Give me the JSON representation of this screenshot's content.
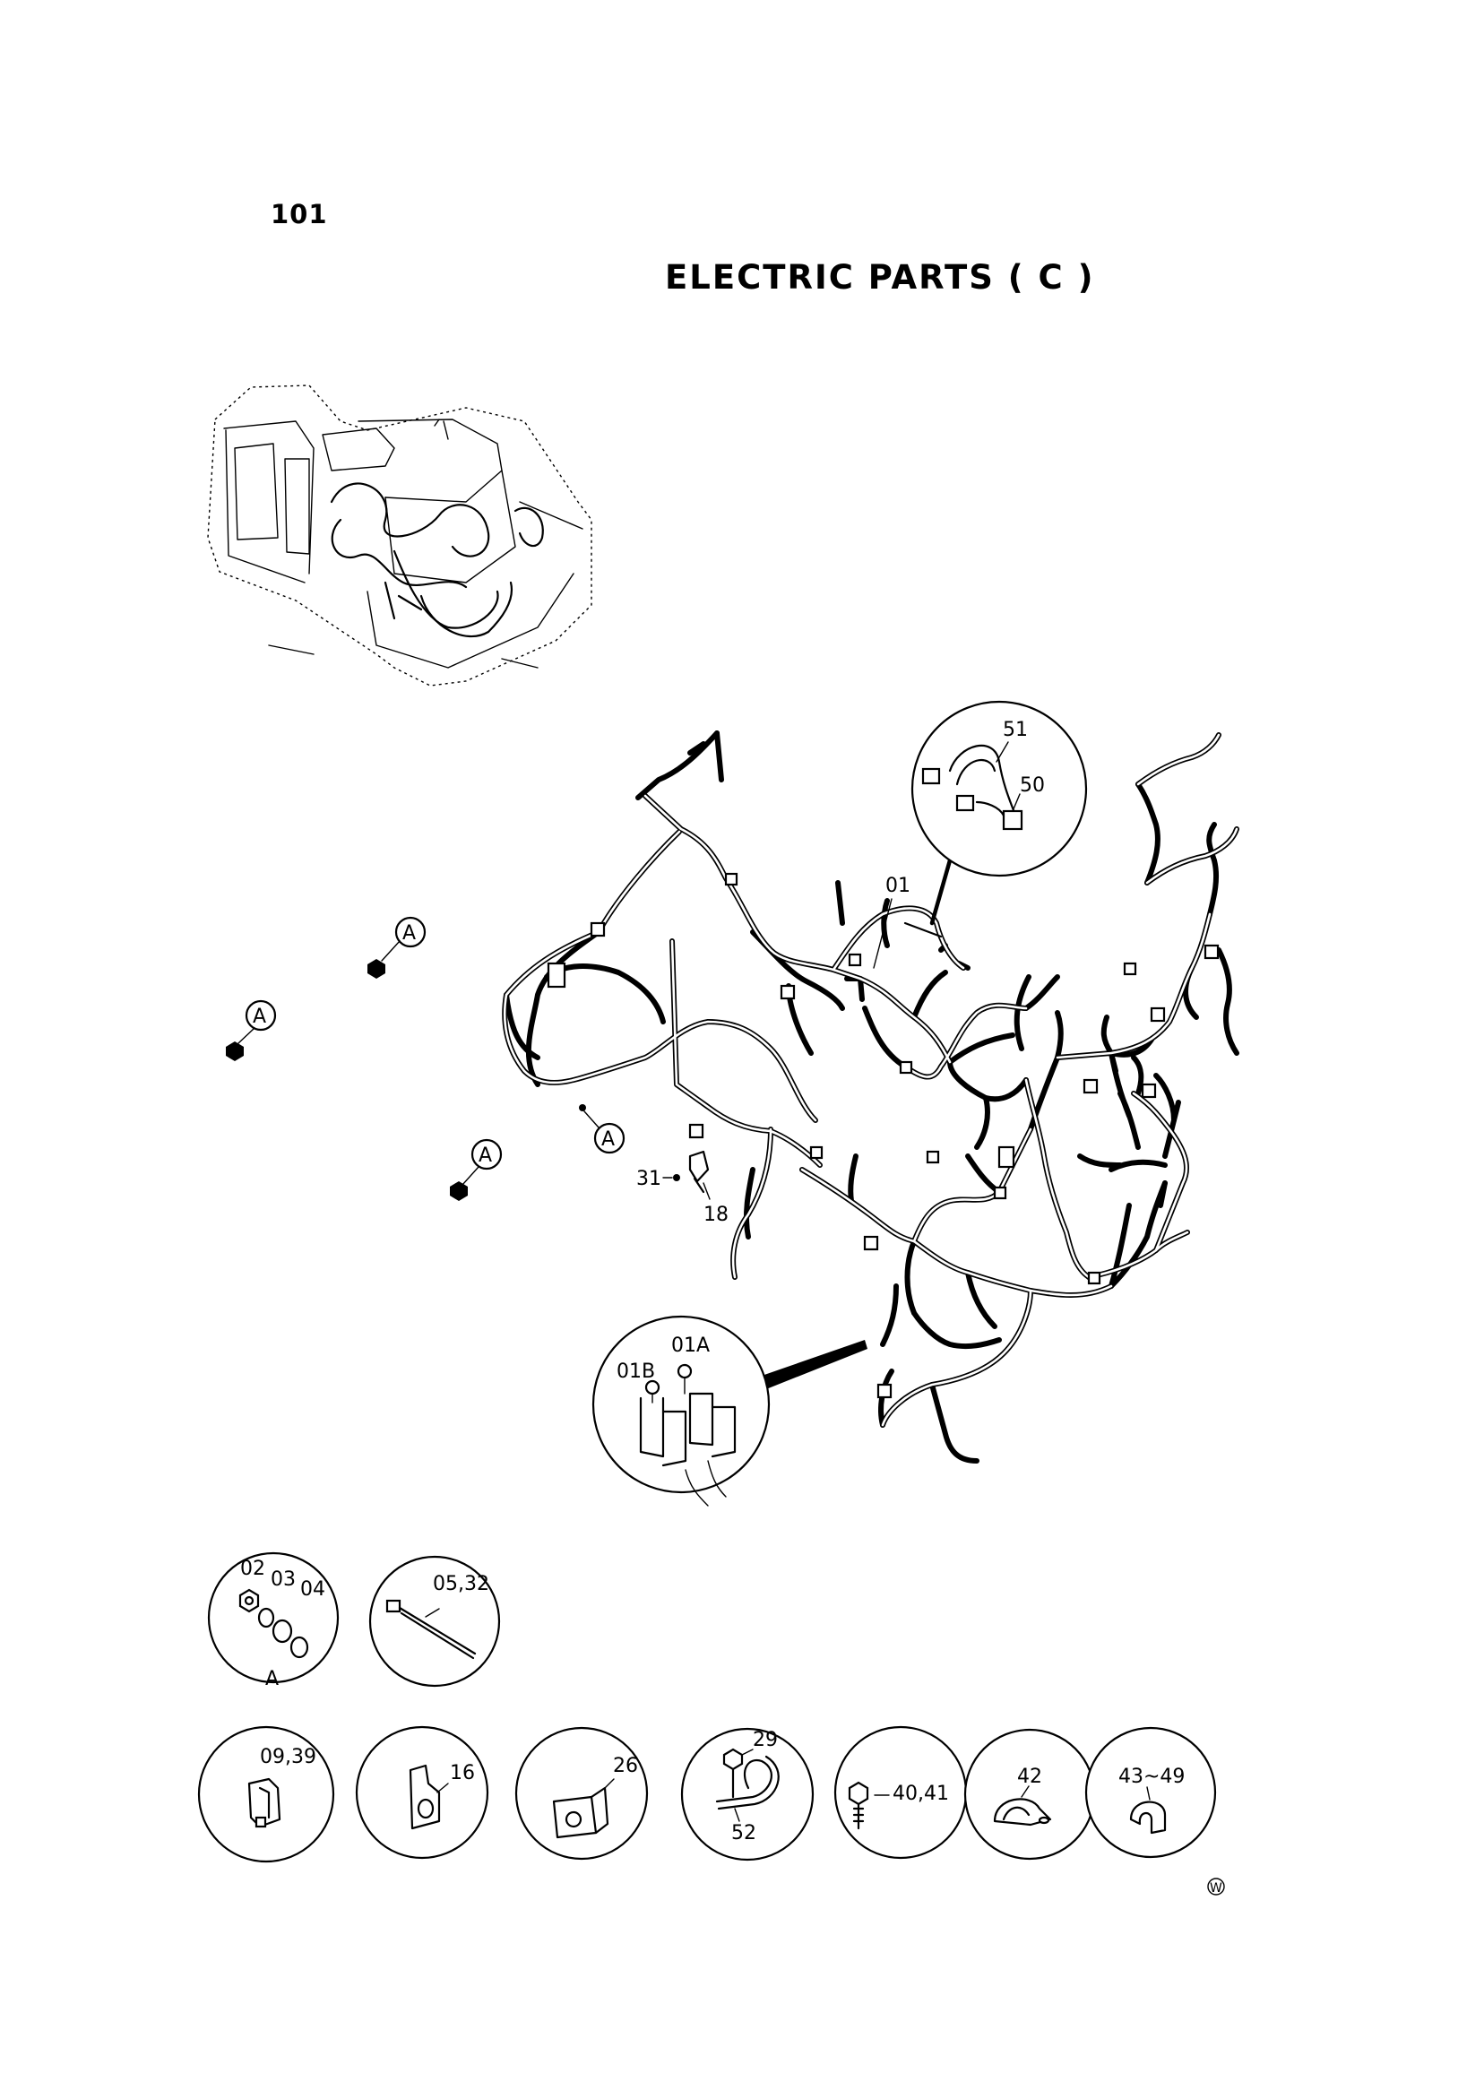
{
  "page": {
    "number": "101",
    "title": "ELECTRIC PARTS ( C )"
  },
  "callouts": {
    "harness": "01",
    "connector_a": "01A",
    "connector_b": "01B",
    "part_18": "18",
    "part_31": "31",
    "part_50": "50",
    "part_51": "51"
  },
  "reference_marker": "A",
  "detail_circles": {
    "nut_washers": {
      "nut": "02",
      "washer_1": "03",
      "washer_2": "04",
      "ref": "A"
    },
    "cable_tie": "05,32",
    "connector_clip": "09,39",
    "bracket_16": "16",
    "bracket_26": "26",
    "bolt_clamp": {
      "bolt": "29",
      "clamp": "52"
    },
    "bolt": "40,41",
    "clamp_42": "42",
    "clamps": "43~49"
  },
  "corner_mark": "W"
}
